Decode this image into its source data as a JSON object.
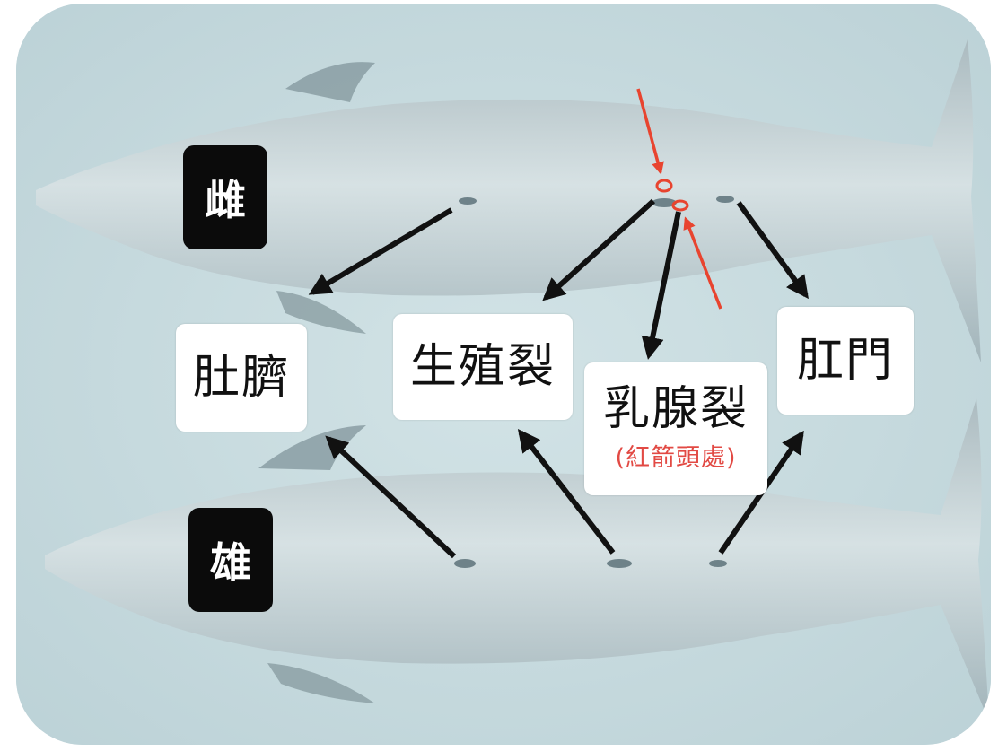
{
  "sex_labels": {
    "female": "雌",
    "male": "雄"
  },
  "part_labels": {
    "navel": "肚臍",
    "genital_slit": "生殖裂",
    "mammary_slit": "乳腺裂",
    "mammary_note": "(紅箭頭處)",
    "anus": "肛門"
  },
  "colors": {
    "background": "#c9dce0",
    "highlight_arrow": "#e8442f",
    "pointer_arrow": "#111111",
    "sex_badge": "#0b0b0b"
  }
}
